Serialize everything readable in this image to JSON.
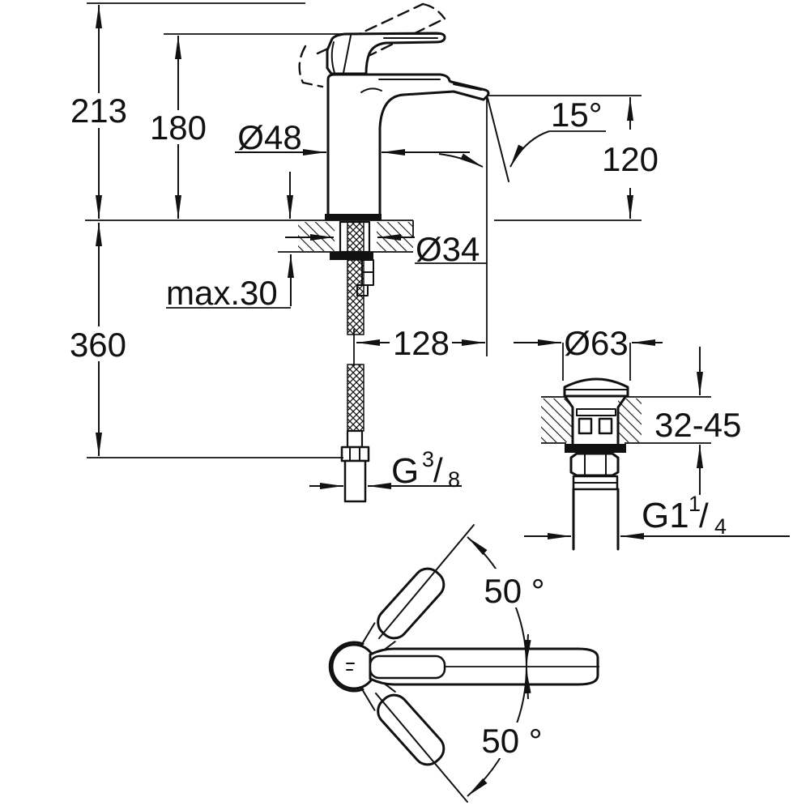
{
  "drawing": {
    "front_view": {
      "height_overall": "213",
      "height_to_handle_top": "180",
      "body_diameter": "Ø48",
      "spout_angle": "15°",
      "spout_outlet_height": "120",
      "mounting_hole_diameter": "Ø34",
      "max_deck_thickness": "max.30",
      "hose_length_below_deck": "360",
      "spout_projection": "128",
      "supply_thread": {
        "main": "G",
        "sup": "3",
        "slash": "/",
        "sub": "8"
      }
    },
    "drain_view": {
      "flange_diameter": "Ø63",
      "basin_thickness_range": "32-45",
      "drain_thread": {
        "main": "G1",
        "sup": "1",
        "slash": "/",
        "sub": "4"
      }
    },
    "top_view": {
      "swivel_angle_upper": "50 °",
      "swivel_angle_lower": "50 °"
    },
    "colors": {
      "line": "#111111",
      "background": "#ffffff"
    }
  }
}
